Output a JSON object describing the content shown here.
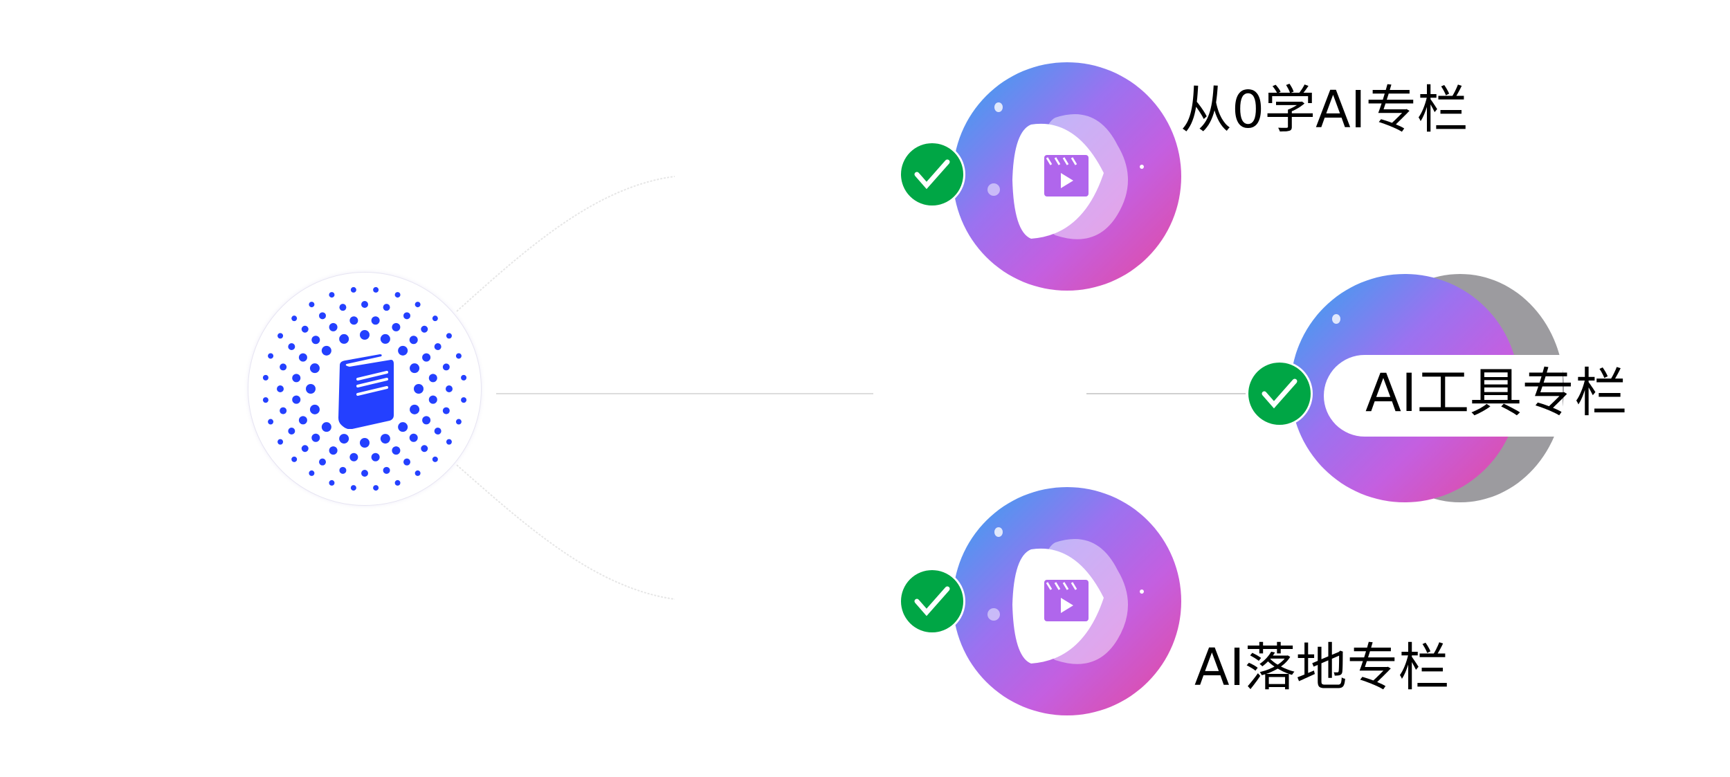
{
  "diagram": {
    "hub": {
      "icon": "book-icon",
      "color": "#2440ff"
    },
    "nodes": [
      {
        "label": "从0学AI专栏",
        "icon": "video-clapper-icon",
        "status": "checked"
      },
      {
        "label": "AI工具专栏",
        "icon": "video-clapper-icon",
        "status": "checked"
      },
      {
        "label": "AI落地专栏",
        "icon": "video-clapper-icon",
        "status": "checked"
      }
    ],
    "colors": {
      "check": "#00a645",
      "gradient_start": "#2fa6ef",
      "gradient_mid": "#b066ec",
      "gradient_end": "#e5489c"
    }
  }
}
